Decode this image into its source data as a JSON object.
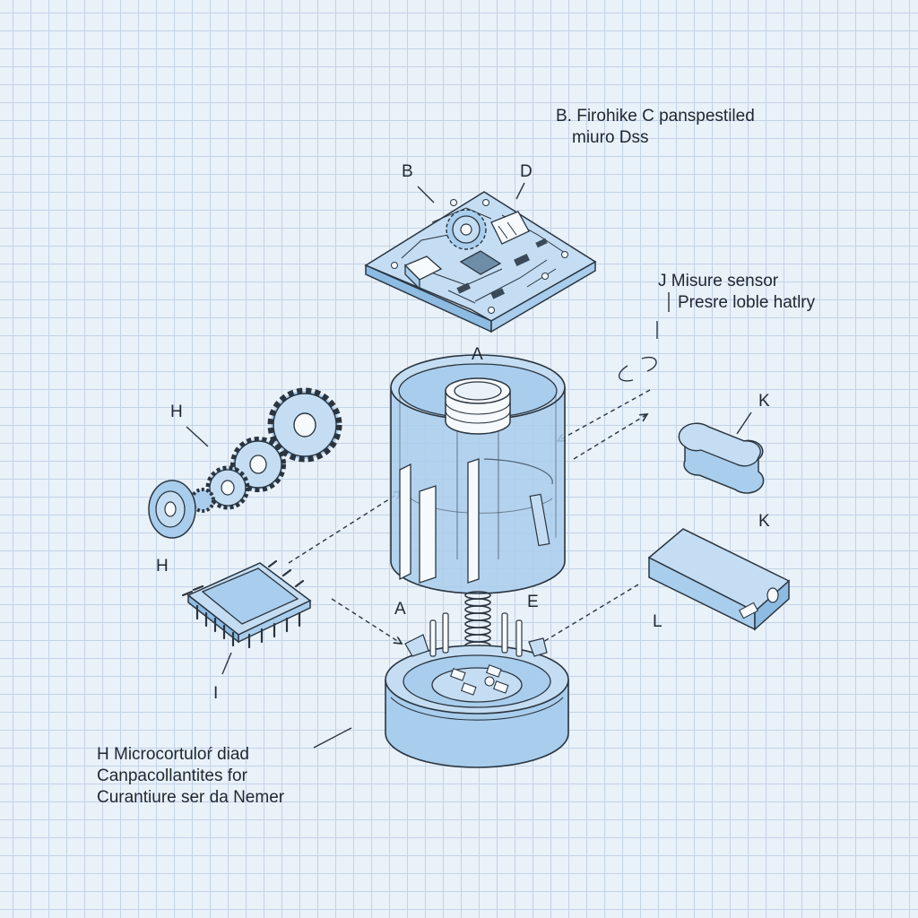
{
  "diagram": {
    "labels": {
      "b_top": "B",
      "d_top": "D",
      "a_housing": "A",
      "h_gears": "H",
      "h_chip": "H",
      "i_chip": "I",
      "a_base": "A",
      "e_base": "E",
      "k_pill": "K",
      "k_battery": "K",
      "l_battery": "L"
    },
    "notes": {
      "top_right": [
        "B. Firohike C panspestiled",
        "miuro Dss"
      ],
      "sensor": [
        "J  Misure sensor",
        "Presre loble hatlry"
      ],
      "bottom_left": [
        "H Microcortuloŕ diad",
        "Canpacollantites for",
        "Curantiure ser da Nemer"
      ]
    },
    "colors": {
      "background": "#e9f1f9",
      "grid": "#c3d3e6",
      "part_fill": "#a9cdec",
      "part_fill_light": "#c4ddf2",
      "part_fill_dark": "#8dbbe2",
      "stroke": "#2a3540",
      "white": "#f7fafc"
    }
  }
}
